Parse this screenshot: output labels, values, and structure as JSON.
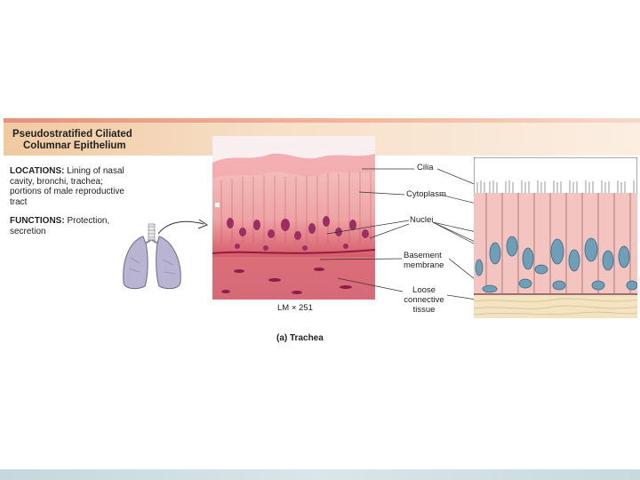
{
  "header": {
    "title_line1": "Pseudostratified Ciliated",
    "title_line2": "Columnar Epithelium"
  },
  "locations": {
    "heading": "LOCATIONS:",
    "text": "Lining of nasal cavity, bronchi, trachea; portions of male reproductive tract"
  },
  "functions": {
    "heading": "FUNCTIONS:",
    "text": "Protection, secretion"
  },
  "micrograph": {
    "magnification": "LM × 251",
    "caption": "(a) Trachea"
  },
  "labels": {
    "cilia": "Cilia",
    "cytoplasm": "Cytoplasm",
    "nuclei": "Nuclei",
    "basement_line1": "Basement",
    "basement_line2": "membrane",
    "loose_line1": "Loose",
    "loose_line2": "connective",
    "loose_line3": "tissue"
  },
  "colors": {
    "header_accent": "#e8927a",
    "tissue_pink": "#f2b6b0",
    "nucleus_blue": "#6f9fb8",
    "connective": "#f3e3c0"
  },
  "icons": {
    "lungs": "lungs-icon",
    "arrow": "curved-arrow-icon"
  }
}
